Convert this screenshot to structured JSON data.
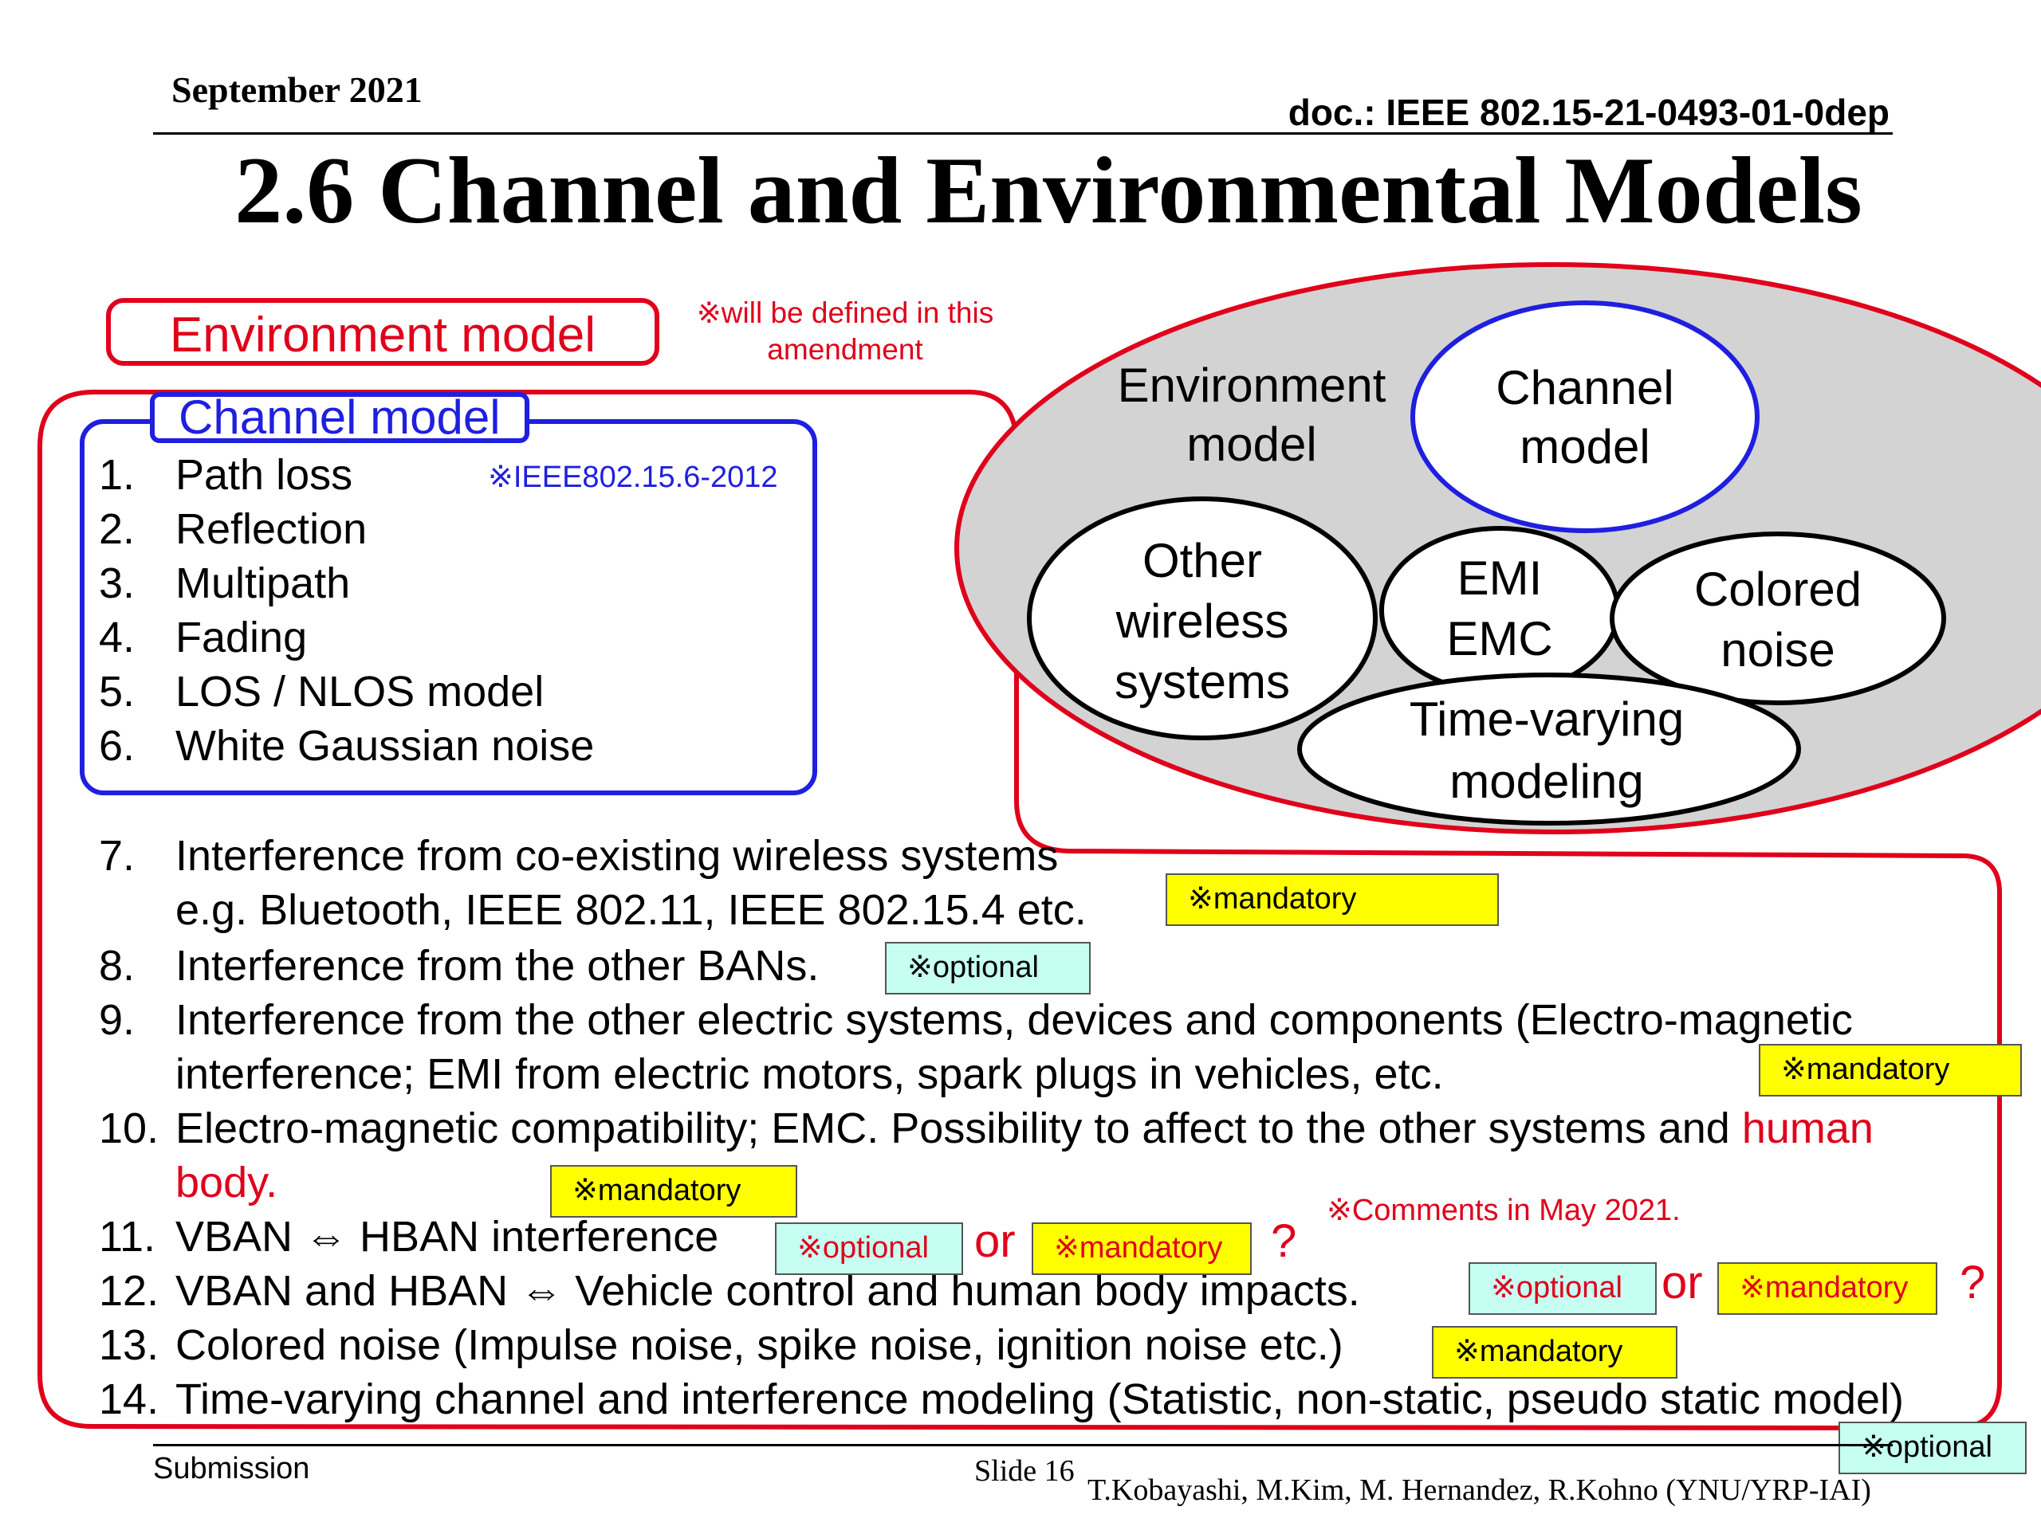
{
  "header": {
    "date": "September 2021",
    "doc": "doc.: IEEE 802.15-21-0493-01-0dep",
    "title": "2.6 Channel and Environmental Models"
  },
  "env_box": {
    "label": "Environment model",
    "note": "※will be defined in this amendment"
  },
  "channel_box": {
    "label": "Channel model",
    "note": "※IEEE802.15.6-2012",
    "items": [
      {
        "n": "1.",
        "text": "Path loss"
      },
      {
        "n": "2.",
        "text": "Reflection"
      },
      {
        "n": "3.",
        "text": "Multipath"
      },
      {
        "n": "4.",
        "text": "Fading"
      },
      {
        "n": "5.",
        "text": "LOS / NLOS model"
      },
      {
        "n": "6.",
        "text": "White Gaussian noise"
      }
    ]
  },
  "list": {
    "i7": {
      "n": "7.",
      "l1": "Interference from co-existing wireless systems",
      "l2": "e.g. Bluetooth, IEEE 802.11, IEEE 802.15.4 etc."
    },
    "i8": {
      "n": "8.",
      "text": "Interference from the other BANs."
    },
    "i9": {
      "n": "9.",
      "l1": "Interference from the other electric systems, devices and components (Electro-magnetic",
      "l2": "interference; EMI from electric motors, spark plugs in vehicles, etc."
    },
    "i10": {
      "n": "10.",
      "l1a": "Electro-magnetic compatibility; EMC. Possibility to affect to the other systems and ",
      "l1b": "human",
      "l2": "body."
    },
    "i11": {
      "n": "11.",
      "text": "VBAN ⇔ HBAN interference"
    },
    "i12": {
      "n": "12.",
      "text": "VBAN and HBAN ⇔ Vehicle control and human body impacts."
    },
    "i13": {
      "n": "13.",
      "text": "Colored noise (Impulse noise, spike noise, ignition noise etc.)"
    },
    "i14": {
      "n": "14.",
      "text": "Time-varying channel and interference modeling (Statistic, non-static, pseudo static model)"
    }
  },
  "tags": {
    "mandatory": "※mandatory",
    "optional": "※optional",
    "or": "or",
    "question": "?",
    "comments_note": "※Comments in May 2021."
  },
  "diagram": {
    "environment": [
      "Environment",
      "model"
    ],
    "channel": [
      "Channel",
      "model"
    ],
    "other_wireless": [
      "Other",
      "wireless",
      "systems"
    ],
    "emi_emc": [
      "EMI",
      "EMC"
    ],
    "colored_noise": [
      "Colored",
      "noise"
    ],
    "time_varying": [
      "Time-varying",
      "modeling"
    ]
  },
  "colors": {
    "red": "#e0001b",
    "blue": "#1f1fe0",
    "yellow": "#ffff00",
    "cyan": "#c6fff2",
    "gray": "#d3d3d3"
  },
  "footer": {
    "submission": "Submission",
    "slide": "Slide 16",
    "authors": "T.Kobayashi, M.Kim, M. Hernandez, R.Kohno (YNU/YRP-IAI)"
  }
}
